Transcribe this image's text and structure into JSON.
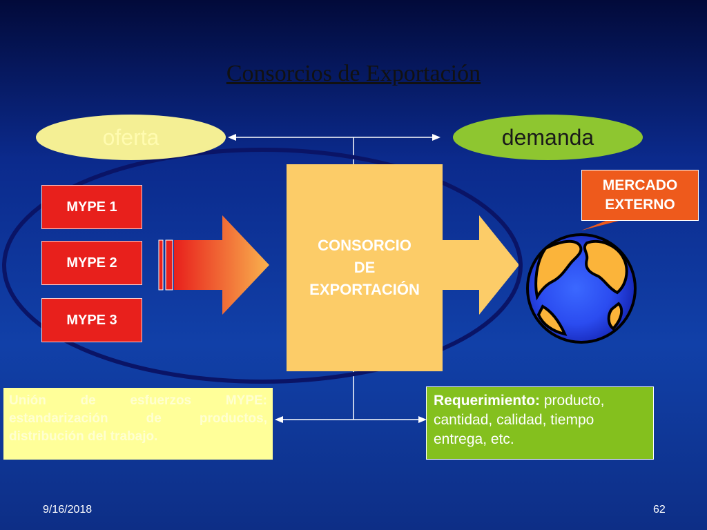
{
  "slide": {
    "title": "Consorcios de Exportación",
    "oferta": "oferta",
    "demanda": "demanda",
    "mypes": [
      "MYPE 1",
      "MYPE 2",
      "MYPE 3"
    ],
    "consorcio": [
      "CONSORCIO",
      "DE",
      "EXPORTACIÓN"
    ],
    "mercado": [
      "MERCADO",
      "EXTERNO"
    ],
    "union": "Unión de esfuerzos MYPE: estandarización de productos, distribución del trabajo.",
    "requerimiento_bold": "Requerimiento:",
    "requerimiento_rest": " producto, cantidad, calidad, tiempo entrega, etc.",
    "date": "9/16/2018",
    "page": "62"
  },
  "colors": {
    "oferta_fill": "#f4ef94",
    "demanda_fill": "#8ec630",
    "mype_fill": "#e8201c",
    "consorcio_fill": "#fccc68",
    "mercado_fill": "#ee5a1c",
    "union_fill": "#ffff99",
    "requerimiento_fill": "#84c01e",
    "ring_stroke": "#0a1466"
  }
}
